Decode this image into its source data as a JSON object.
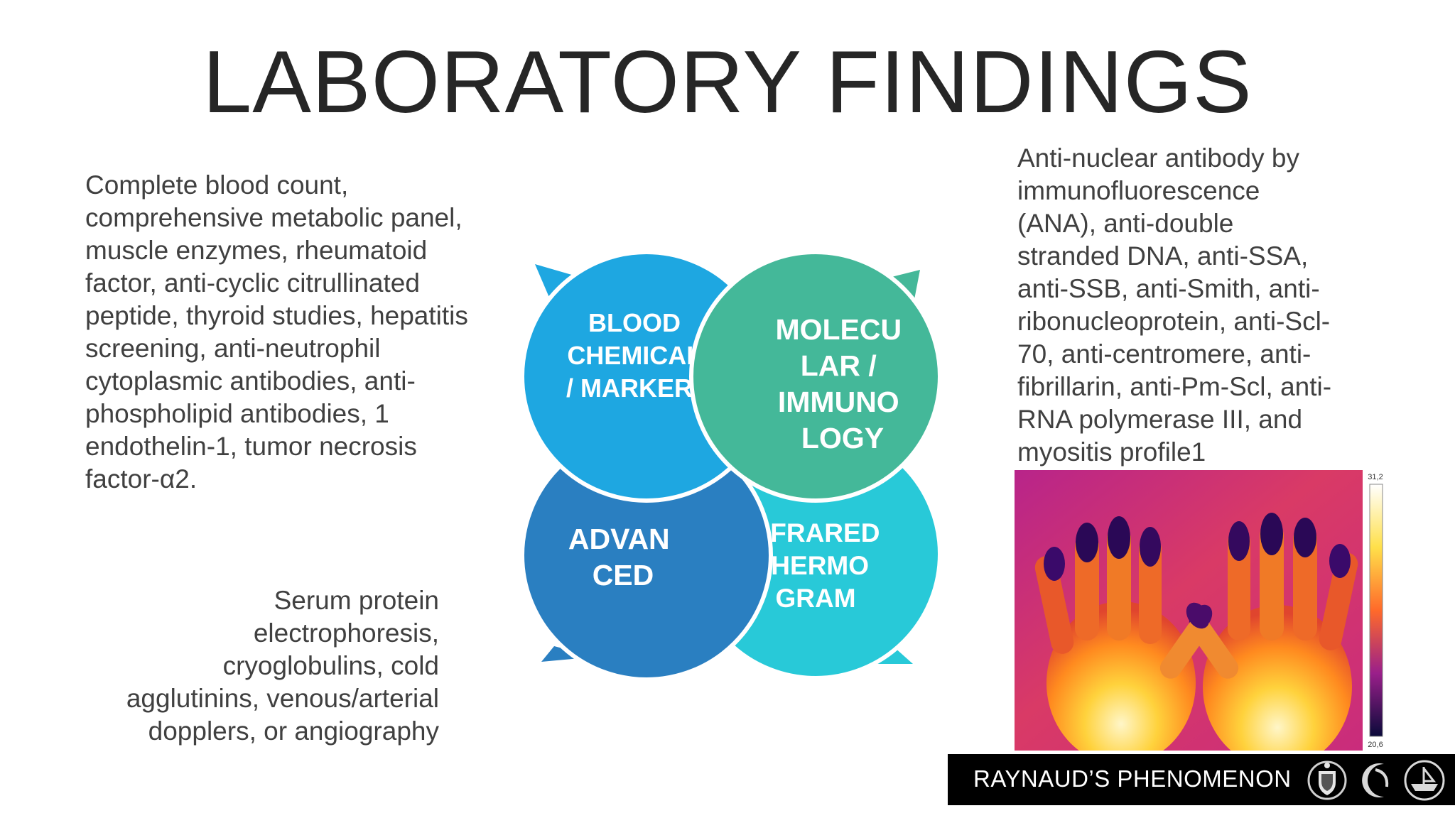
{
  "slide": {
    "title": "LABORATORY FINDINGS"
  },
  "left_top_text": "Complete blood count,\ncomprehensive metabolic panel,\nmuscle enzymes, rheumatoid\nfactor, anti-cyclic citrullinated\npeptide, thyroid studies, hepatitis\nscreening, anti-neutrophil\ncytoplasmic antibodies, anti-\nphospholipid antibodies, 1\nendothelin-1, tumor necrosis\nfactor-α2.",
  "left_bottom_text": "Serum protein\nelectrophoresis,\ncryoglobulins, cold\nagglutinins, venous/arterial\ndopplers, or angiography",
  "right_top_text": "Anti-nuclear antibody by\nimmunofluorescence\n(ANA), anti-double\nstranded DNA, anti-SSA,\nanti-SSB, anti-Smith, anti-\nribonucleoprotein, anti-Scl-\n70, anti-centromere, anti-\nfibrillarin, anti-Pm-Scl, anti-\nRNA polymerase III, and\nmyositis profile1",
  "diagram": {
    "bubbles": [
      {
        "lines": [
          "BLOOD",
          "CHEMICAL",
          "/ MARKERS"
        ],
        "color": "#1ea7e1"
      },
      {
        "lines": [
          "MOLECU",
          "LAR /",
          "IMMUNO",
          "LOGY"
        ],
        "color": "#44b899"
      },
      {
        "lines": [
          "ADVAN",
          "CED"
        ],
        "color": "#2a7fc1"
      },
      {
        "lines": [
          "INFRARED",
          "THERMO",
          "GRAM"
        ],
        "color": "#28c9d8"
      }
    ]
  },
  "thermogram": {
    "scale_max": "31,2",
    "scale_min": "20,6"
  },
  "banner": {
    "text": "RAYNAUD’S  PHENOMENON"
  },
  "icons": [
    "coat-of-arms-logo",
    "crescent-logo",
    "ship-logo"
  ]
}
